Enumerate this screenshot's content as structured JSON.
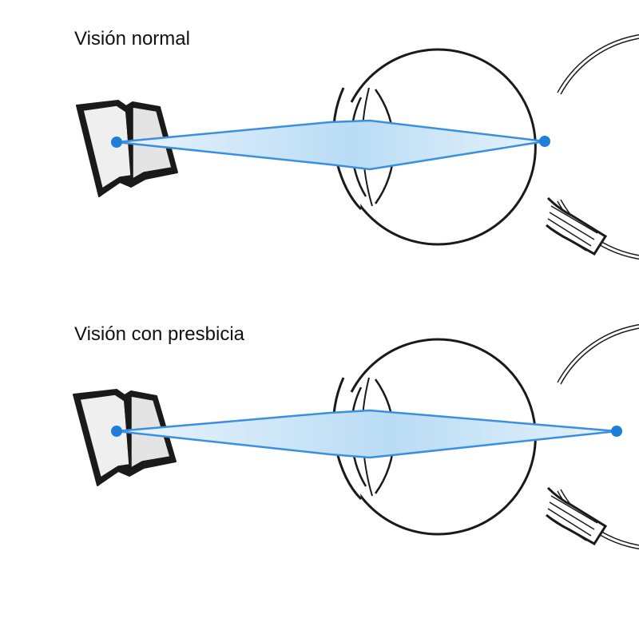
{
  "panels": [
    {
      "label": "Visión normal",
      "focus": "on-retina"
    },
    {
      "label": "Visión con presbicia",
      "focus": "behind-retina"
    }
  ],
  "colors": {
    "ray": "#3a8fe0",
    "beam_fill": "#cfe6f8",
    "point": "#1e7fd8",
    "outline": "#1a1a1a",
    "page": "#f2f2f2"
  },
  "icons": [
    "book-icon",
    "eye-icon"
  ]
}
